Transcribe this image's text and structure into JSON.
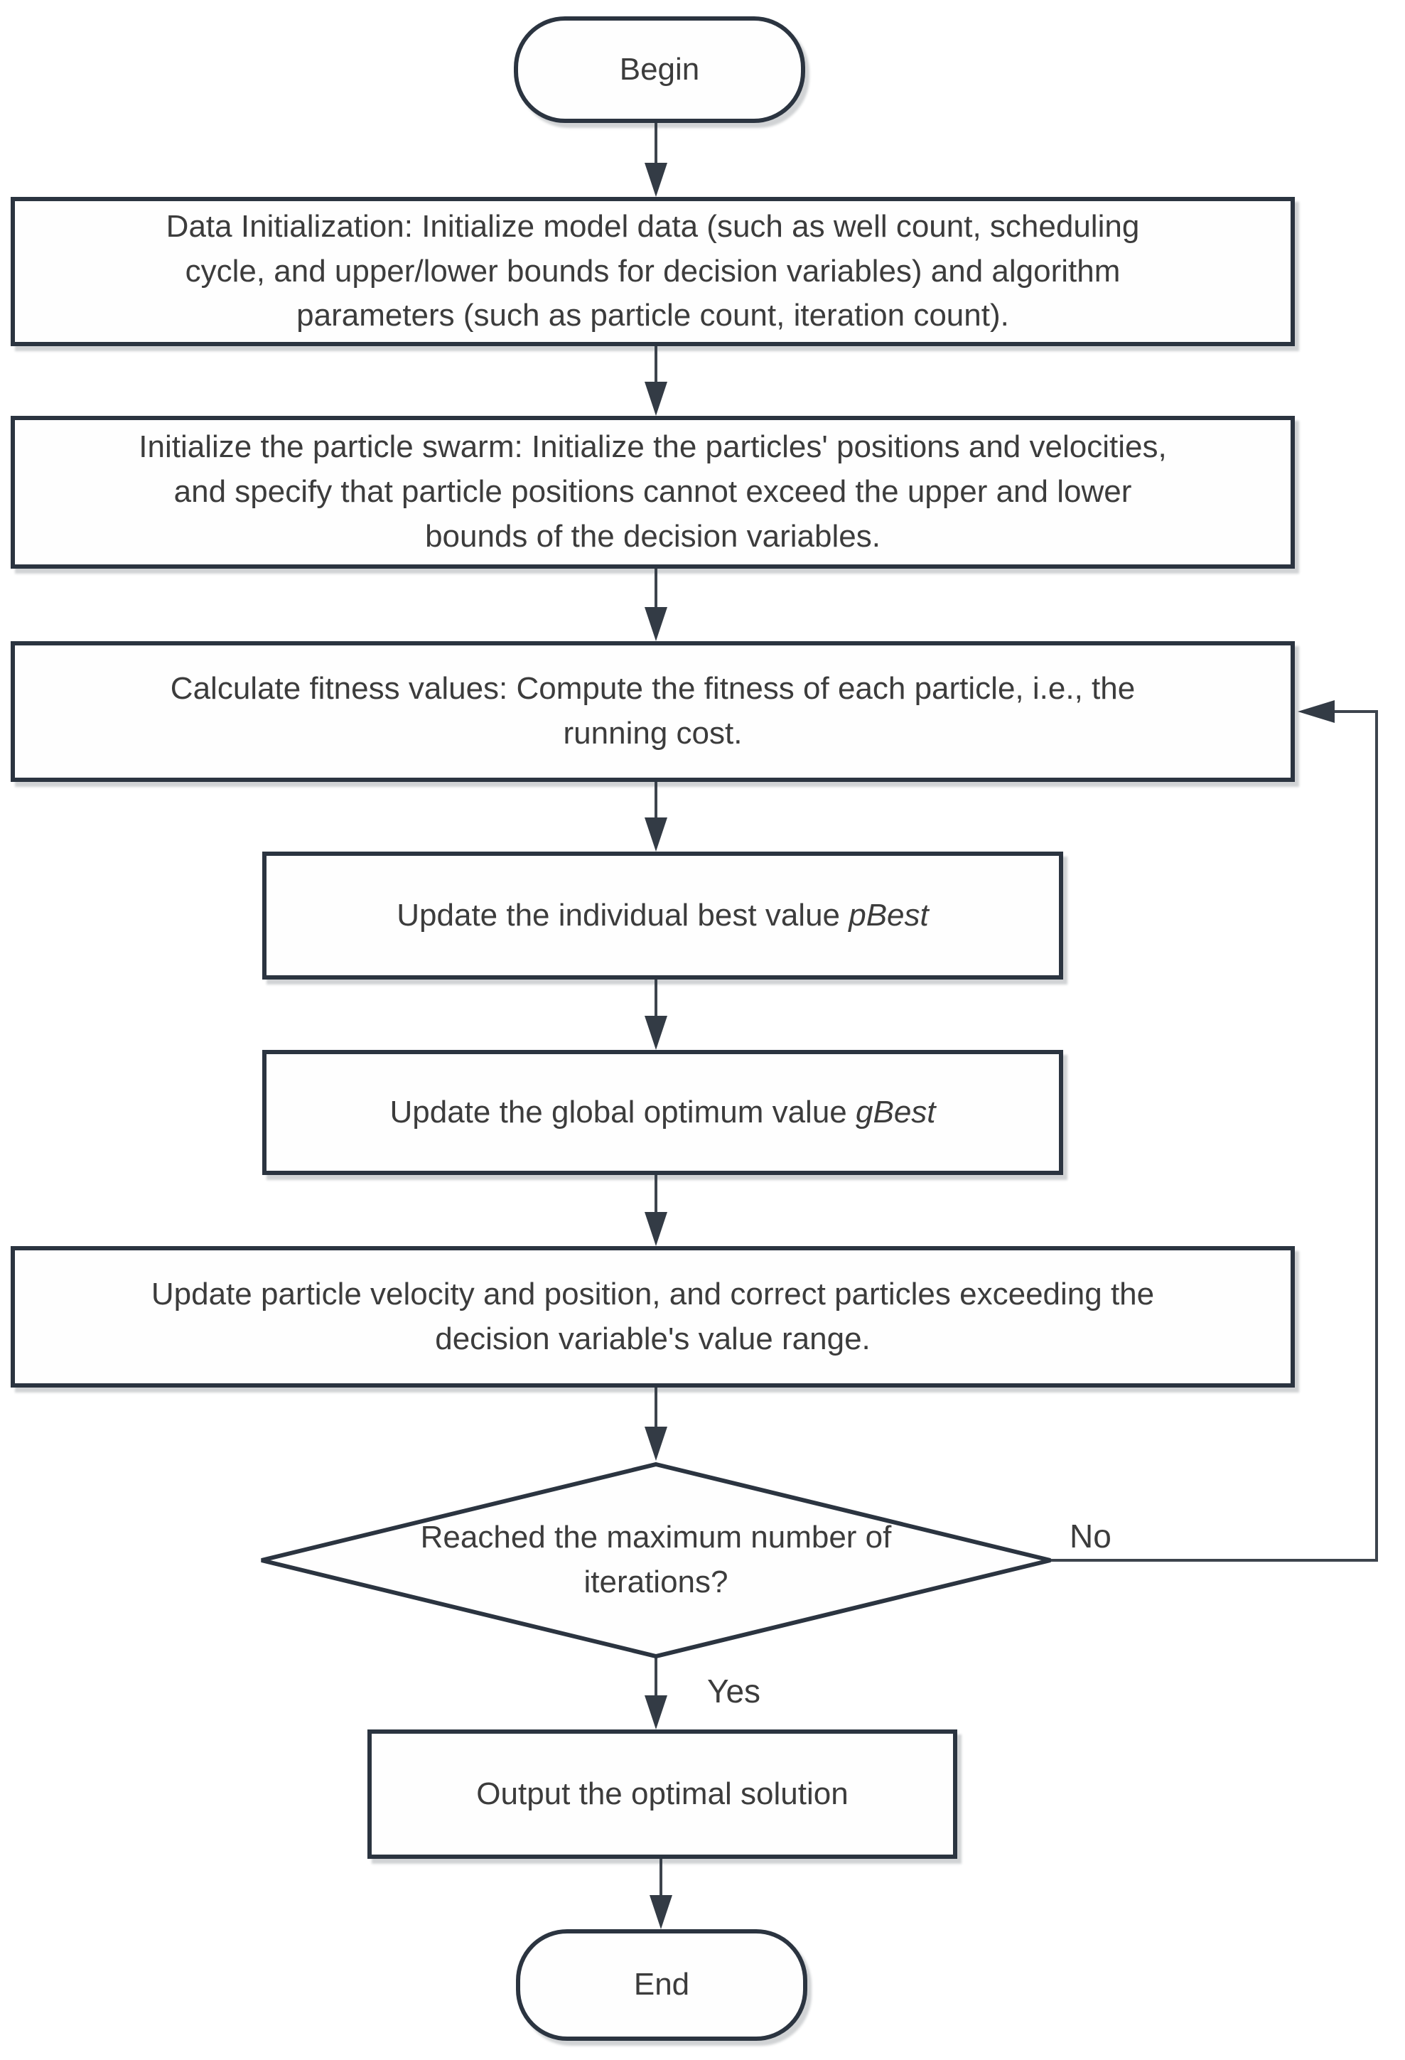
{
  "diagram": {
    "type": "flowchart",
    "colors": {
      "node_border": "#2b3440",
      "node_fill": "#fefefe",
      "text": "#3c3c3c",
      "connector": "#3d444d",
      "background": "#ffffff"
    },
    "nodes": {
      "begin": {
        "label": "Begin"
      },
      "data_init": {
        "text": "Data Initialization: Initialize model data (such as well count, scheduling\ncycle, and upper/lower bounds for decision variables) and algorithm\nparameters (such as particle count, iteration count)."
      },
      "init_swarm": {
        "text": "Initialize the particle swarm: Initialize the particles' positions and velocities,\nand specify that particle positions cannot exceed the upper and lower\nbounds of the decision variables."
      },
      "fitness": {
        "text": "Calculate fitness values: Compute the fitness of each particle, i.e., the\nrunning cost."
      },
      "update_pbest": {
        "text": "Update the individual best value ",
        "emph": "pBest"
      },
      "update_gbest": {
        "text": "Update the global optimum value ",
        "emph": "gBest"
      },
      "update_velocity": {
        "text": "Update particle velocity and position, and correct particles exceeding the\ndecision variable's value range."
      },
      "decision": {
        "text": "Reached the maximum number of\niterations?"
      },
      "output": {
        "text": "Output the optimal solution"
      },
      "end": {
        "label": "End"
      }
    },
    "edge_labels": {
      "no": "No",
      "yes": "Yes"
    }
  }
}
